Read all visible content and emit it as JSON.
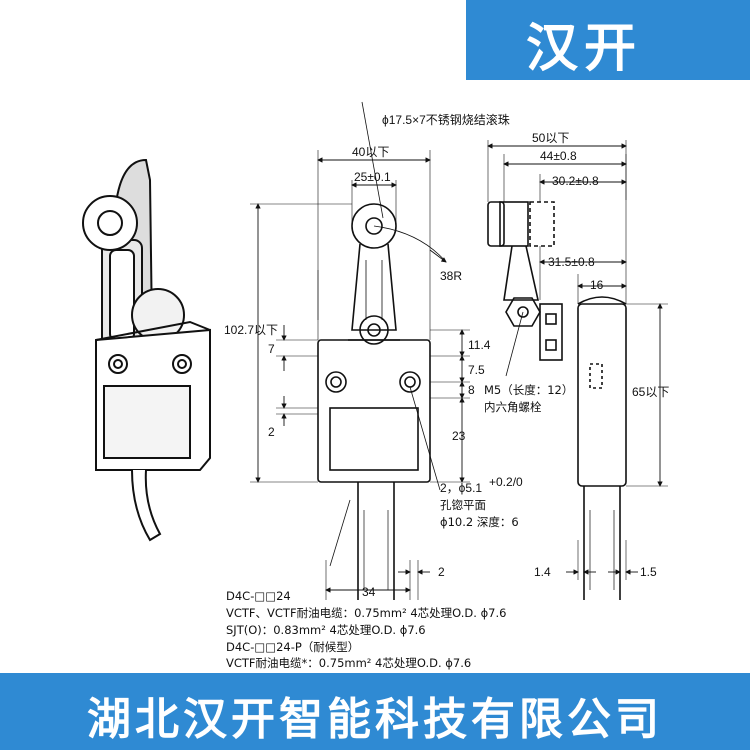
{
  "brand": {
    "tab_text": "汉开",
    "company_name": "湖北汉开智能科技有限公司",
    "color": "#2f8ad3"
  },
  "callouts": {
    "roller": "ϕ17.5×7不锈钢烧结滚珠",
    "radius": "38R",
    "screw_line1": "M5（长度：12）",
    "screw_line2": "内六角螺栓",
    "hole_line1": "2，ϕ5.1",
    "hole_tol": "+0.2/0",
    "hole_line2": "孔锪平面",
    "hole_line3": "ϕ10.2 深度：6"
  },
  "dimensions": {
    "width_40": "40以下",
    "width_25": "25±0.1",
    "height_102": "102.7以下",
    "d_7": "7",
    "d_11_4": "11.4",
    "d_7_5": "7.5",
    "d_8": "8",
    "d_2_left": "2",
    "d_23": "23",
    "width_34": "34",
    "d_2_bottom": "2",
    "side_50": "50以下",
    "side_44": "44±0.8",
    "side_30_2": "30.2±0.8",
    "side_31_5": "31.5±0.8",
    "side_16": "16",
    "side_65": "65以下",
    "side_1_4": "1.4",
    "side_1_5": "1.5"
  },
  "notes": [
    "D4C-□□24",
    "VCTF、VCTF耐油电缆：0.75mm² 4芯处理O.D. ϕ7.6",
    "SJT(O)：0.83mm² 4芯处理O.D. ϕ7.6",
    "D4C-□□24-P（耐候型）",
    "VCTF耐油电缆*：0.75mm² 4芯处理O.D. ϕ7.6"
  ]
}
